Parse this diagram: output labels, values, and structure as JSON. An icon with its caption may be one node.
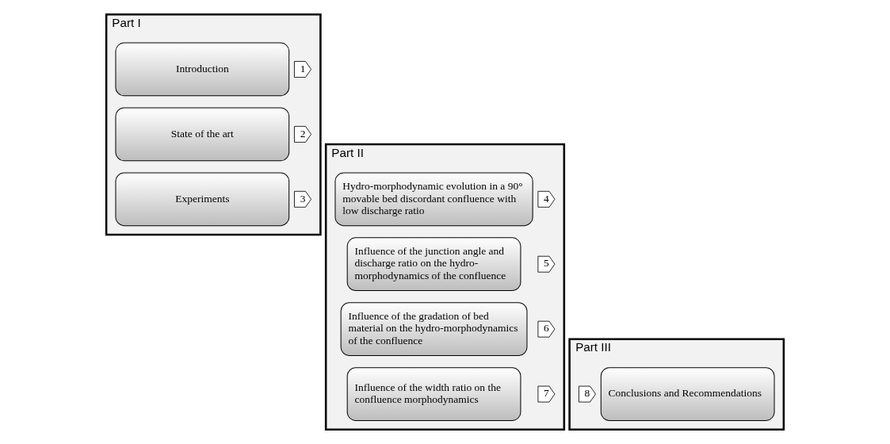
{
  "diagram": {
    "nodes": [
      {
        "text": [
          "Part I"
        ]
      },
      {
        "text": [
          "Introduction"
        ],
        "in": 0
      },
      {
        "text": [
          "1"
        ],
        "in": 0
      },
      {
        "text": [
          "State of the art"
        ],
        "in": 0
      },
      {
        "text": [
          "2"
        ],
        "in": 0
      },
      {
        "text": [
          "Experiments"
        ],
        "in": 0
      },
      {
        "text": [
          "3"
        ],
        "in": 0
      },
      {
        "text": [
          "Part II"
        ]
      },
      {
        "text": [
          "Hydro-morphodynamic evolution in a 90° movable bed discordant confluence with low discharge ratio"
        ],
        "in": 7
      },
      {
        "text": [
          "4"
        ],
        "in": 7
      },
      {
        "text": [
          "Influence of the junction angle and discharge ratio on the hydro-morphodynamics of the confluence"
        ],
        "in": 7
      },
      {
        "text": [
          "5"
        ],
        "in": 7
      },
      {
        "text": [
          "Influence of the gradation of bed material on the hydro-morphodynamics of the confluence"
        ],
        "in": 7
      },
      {
        "text": [
          "6"
        ],
        "in": 7
      },
      {
        "text": [
          "Influence of the width ratio on the confluence morphodynamics"
        ],
        "in": 7
      },
      {
        "text": [
          "7"
        ],
        "in": 7
      },
      {
        "text": [
          "Part III"
        ]
      },
      {
        "text": [
          "8"
        ],
        "in": 16
      },
      {
        "text": [
          "Conclusions and Recommendations"
        ],
        "in": 16
      }
    ]
  }
}
